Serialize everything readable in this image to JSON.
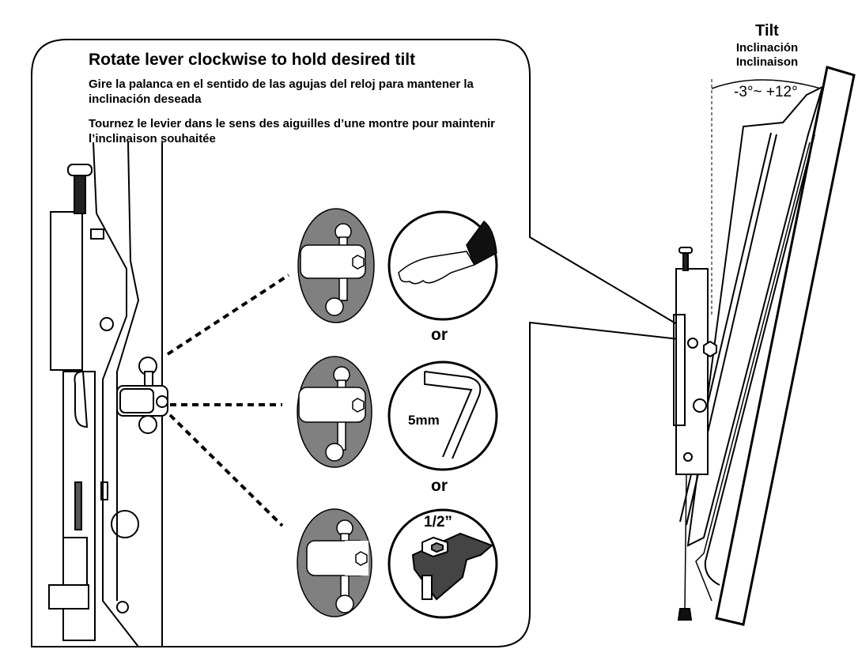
{
  "instruction": {
    "english": "Rotate lever clockwise to hold desired tilt",
    "spanish": "Gire la palanca en el sentido de las agujas del reloj para mantener la inclinación deseada",
    "french": "Tournez le levier dans le sens des aiguilles d’une montre pour maintenir l’inclinaison souhaitée"
  },
  "options": [
    {
      "id": "hand",
      "icon": "hand-icon"
    },
    {
      "separator": "or"
    },
    {
      "id": "hex-key",
      "icon": "hex-key-icon",
      "label": "5mm"
    },
    {
      "separator": "or"
    },
    {
      "id": "wrench",
      "icon": "wrench-icon",
      "label": "1/2”"
    }
  ],
  "tilt": {
    "title": "Tilt",
    "title_es": "Inclinación",
    "title_fr": "Inclinaison",
    "range": "-3°~ +12°"
  },
  "colors": {
    "line": "#000000",
    "circle_fill": "#808080",
    "background": "#ffffff"
  }
}
